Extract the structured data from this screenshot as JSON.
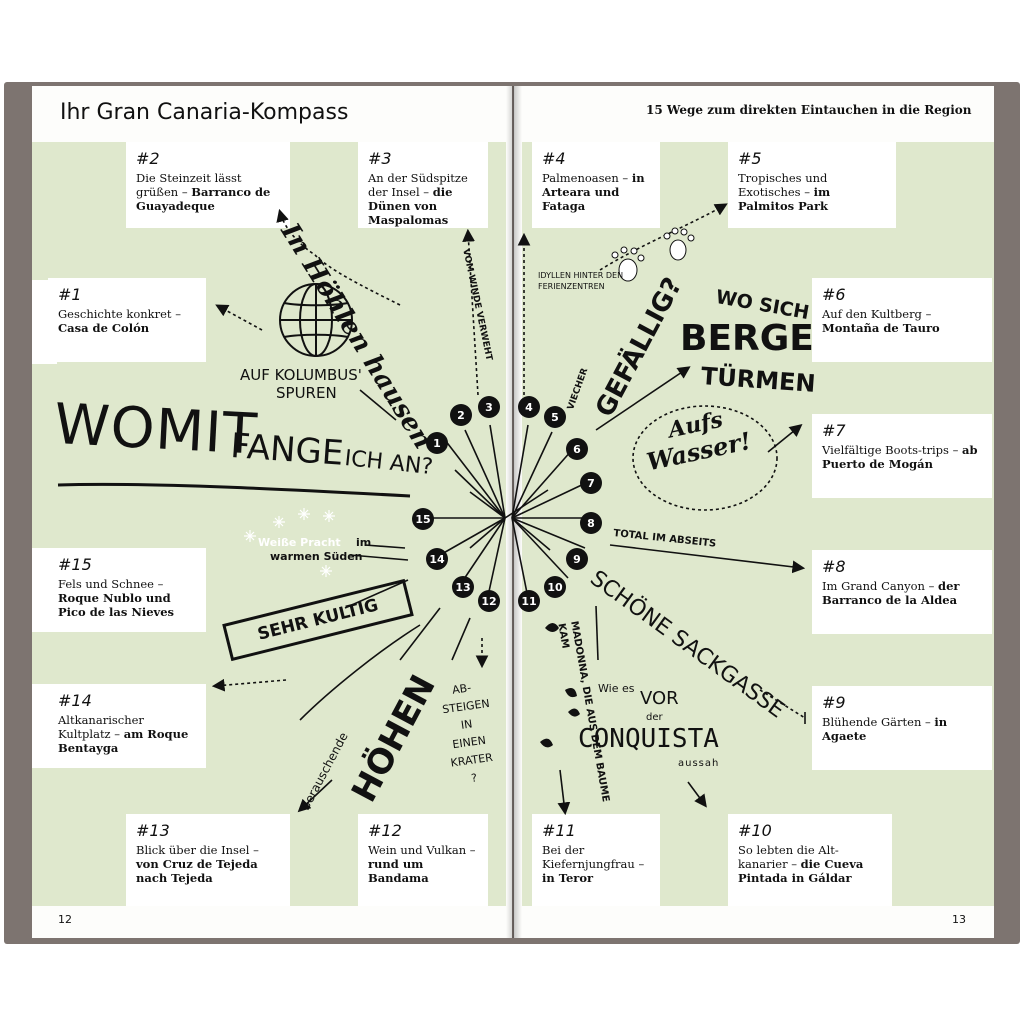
{
  "header": {
    "left_title": "Ihr Gran Canaria-Kompass",
    "right_title": "15 Wege zum direkten Eintauchen in die Region"
  },
  "page_numbers": {
    "left": "12",
    "right": "13"
  },
  "entries": [
    {
      "id": "1",
      "num": "#1",
      "text": "Geschichte konkret – ",
      "bold": "Casa de Colón"
    },
    {
      "id": "2",
      "num": "#2",
      "text": "Die Steinzeit lässt grüßen – ",
      "bold": "Barranco de Guayadeque"
    },
    {
      "id": "3",
      "num": "#3",
      "text": "An der Südspitze der Insel – ",
      "bold": "die Dünen von Maspalomas"
    },
    {
      "id": "4",
      "num": "#4",
      "text": "Palmenoasen – ",
      "bold": "in Arteara und Fataga"
    },
    {
      "id": "5",
      "num": "#5",
      "text": "Tropisches und Exotisches – ",
      "bold": "im Palmitos Park"
    },
    {
      "id": "6",
      "num": "#6",
      "text": "Auf den Kultberg – ",
      "bold": "Montaña de Tauro"
    },
    {
      "id": "7",
      "num": "#7",
      "text": "Vielfältige Boots-trips – ",
      "bold": "ab Puerto de Mogán"
    },
    {
      "id": "8",
      "num": "#8",
      "text": "Im Grand Canyon – ",
      "bold": "der Barranco de la Aldea"
    },
    {
      "id": "9",
      "num": "#9",
      "text": "Blühende Gärten – ",
      "bold": "in Agaete"
    },
    {
      "id": "10",
      "num": "#10",
      "text": "So lebten die Alt-kanarier – ",
      "bold": "die Cueva Pintada in Gáldar"
    },
    {
      "id": "11",
      "num": "#11",
      "text": "Bei der Kiefernjungfrau – ",
      "bold": "in Teror"
    },
    {
      "id": "12",
      "num": "#12",
      "text": "Wein und Vulkan – ",
      "bold": "rund um Bandama"
    },
    {
      "id": "13",
      "num": "#13",
      "text": "Blick über die Insel – ",
      "bold": "von Cruz de Tejeda nach Tejeda"
    },
    {
      "id": "14",
      "num": "#14",
      "text": "Altkanarischer Kultplatz – ",
      "bold": "am Roque Bentayga"
    },
    {
      "id": "15",
      "num": "#15",
      "text": "Fels und Schnee – ",
      "bold": "Roque Nublo und Pico de las Nieves"
    }
  ],
  "pins": [
    "1",
    "2",
    "3",
    "4",
    "5",
    "6",
    "7",
    "8",
    "9",
    "10",
    "11",
    "12",
    "13",
    "14",
    "15"
  ],
  "art": {
    "womit": "WOMIT",
    "fange": "FANGE",
    "ich_an": "ICH AN?",
    "kolumbus": "AUF KOLUMBUS'",
    "spuren": "SPUREN",
    "hoehlen": "In Höhlen hausen",
    "winde": "VOM WINDE VERWEHT",
    "idyllen": "IDYLLEN HINTER DEN FERIENZENTREN",
    "viecher": "VIECHER",
    "gefaellig": "GEFÄLLIG?",
    "wo_sich": "WO SICH",
    "berge": "BERGE",
    "tuermen": "TÜRMEN",
    "aufs": "Aufs",
    "wasser": "Wasser!",
    "abseits": "TOTAL IM ABSEITS",
    "sackgasse": "SCHÖNE SACKGASSE",
    "weisse": "Weiße Pracht",
    "im": "im",
    "warmen": "warmen Süden",
    "kultig": "SEHR KULTIG",
    "hoehen": "HÖHEN",
    "berauschende": "Berauschende",
    "absteigen": "AB-\nSTEIGEN\nIN\nEINEN\nKRATER\n?",
    "madonna": "MADONNA, DIE AUS DEM BAUME KAM",
    "wie_es": "Wie es",
    "vor": "VOR",
    "der": "der",
    "conquista": "CONQUISTA",
    "aussah": "aussah"
  }
}
